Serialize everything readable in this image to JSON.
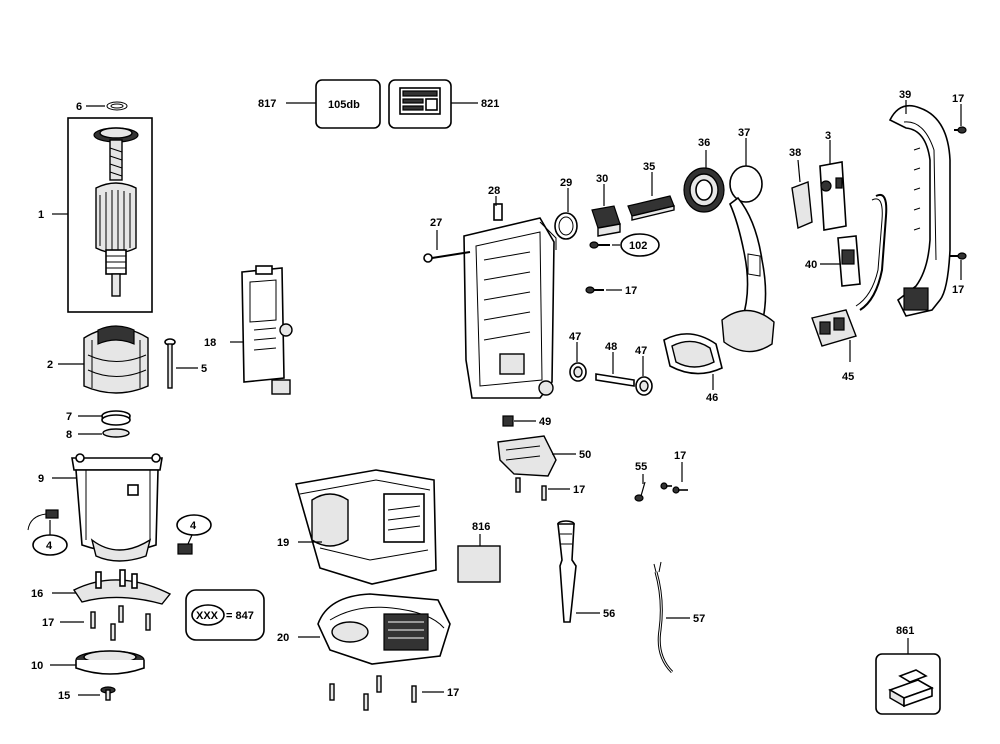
{
  "callouts": [
    {
      "id": "c1",
      "text": "1"
    },
    {
      "id": "c2",
      "text": "2"
    },
    {
      "id": "c3",
      "text": "3"
    },
    {
      "id": "c4a",
      "text": "4"
    },
    {
      "id": "c4b",
      "text": "4"
    },
    {
      "id": "c5",
      "text": "5"
    },
    {
      "id": "c6",
      "text": "6"
    },
    {
      "id": "c7",
      "text": "7"
    },
    {
      "id": "c8",
      "text": "8"
    },
    {
      "id": "c9",
      "text": "9"
    },
    {
      "id": "c10",
      "text": "10"
    },
    {
      "id": "c15",
      "text": "15"
    },
    {
      "id": "c16",
      "text": "16"
    },
    {
      "id": "c17a",
      "text": "17"
    },
    {
      "id": "c17b",
      "text": "17"
    },
    {
      "id": "c17c",
      "text": "17"
    },
    {
      "id": "c17d",
      "text": "17"
    },
    {
      "id": "c17e",
      "text": "17"
    },
    {
      "id": "c17f",
      "text": "17"
    },
    {
      "id": "c17g",
      "text": "17"
    },
    {
      "id": "c18",
      "text": "18"
    },
    {
      "id": "c19",
      "text": "19"
    },
    {
      "id": "c20",
      "text": "20"
    },
    {
      "id": "c27",
      "text": "27"
    },
    {
      "id": "c28",
      "text": "28"
    },
    {
      "id": "c29",
      "text": "29"
    },
    {
      "id": "c30",
      "text": "30"
    },
    {
      "id": "c35",
      "text": "35"
    },
    {
      "id": "c36",
      "text": "36"
    },
    {
      "id": "c37",
      "text": "37"
    },
    {
      "id": "c38",
      "text": "38"
    },
    {
      "id": "c39",
      "text": "39"
    },
    {
      "id": "c40",
      "text": "40"
    },
    {
      "id": "c45",
      "text": "45"
    },
    {
      "id": "c46",
      "text": "46"
    },
    {
      "id": "c47a",
      "text": "47"
    },
    {
      "id": "c47b",
      "text": "47"
    },
    {
      "id": "c48",
      "text": "48"
    },
    {
      "id": "c49",
      "text": "49"
    },
    {
      "id": "c50",
      "text": "50"
    },
    {
      "id": "c55",
      "text": "55"
    },
    {
      "id": "c56",
      "text": "56"
    },
    {
      "id": "c57",
      "text": "57"
    },
    {
      "id": "c102",
      "text": "102"
    },
    {
      "id": "c816",
      "text": "816"
    },
    {
      "id": "c817",
      "text": "817"
    },
    {
      "id": "c821",
      "text": "821"
    },
    {
      "id": "c861",
      "text": "861"
    }
  ],
  "label_box_text": "105db",
  "kit_note": {
    "code": "XXX",
    "equals": "= 847"
  }
}
